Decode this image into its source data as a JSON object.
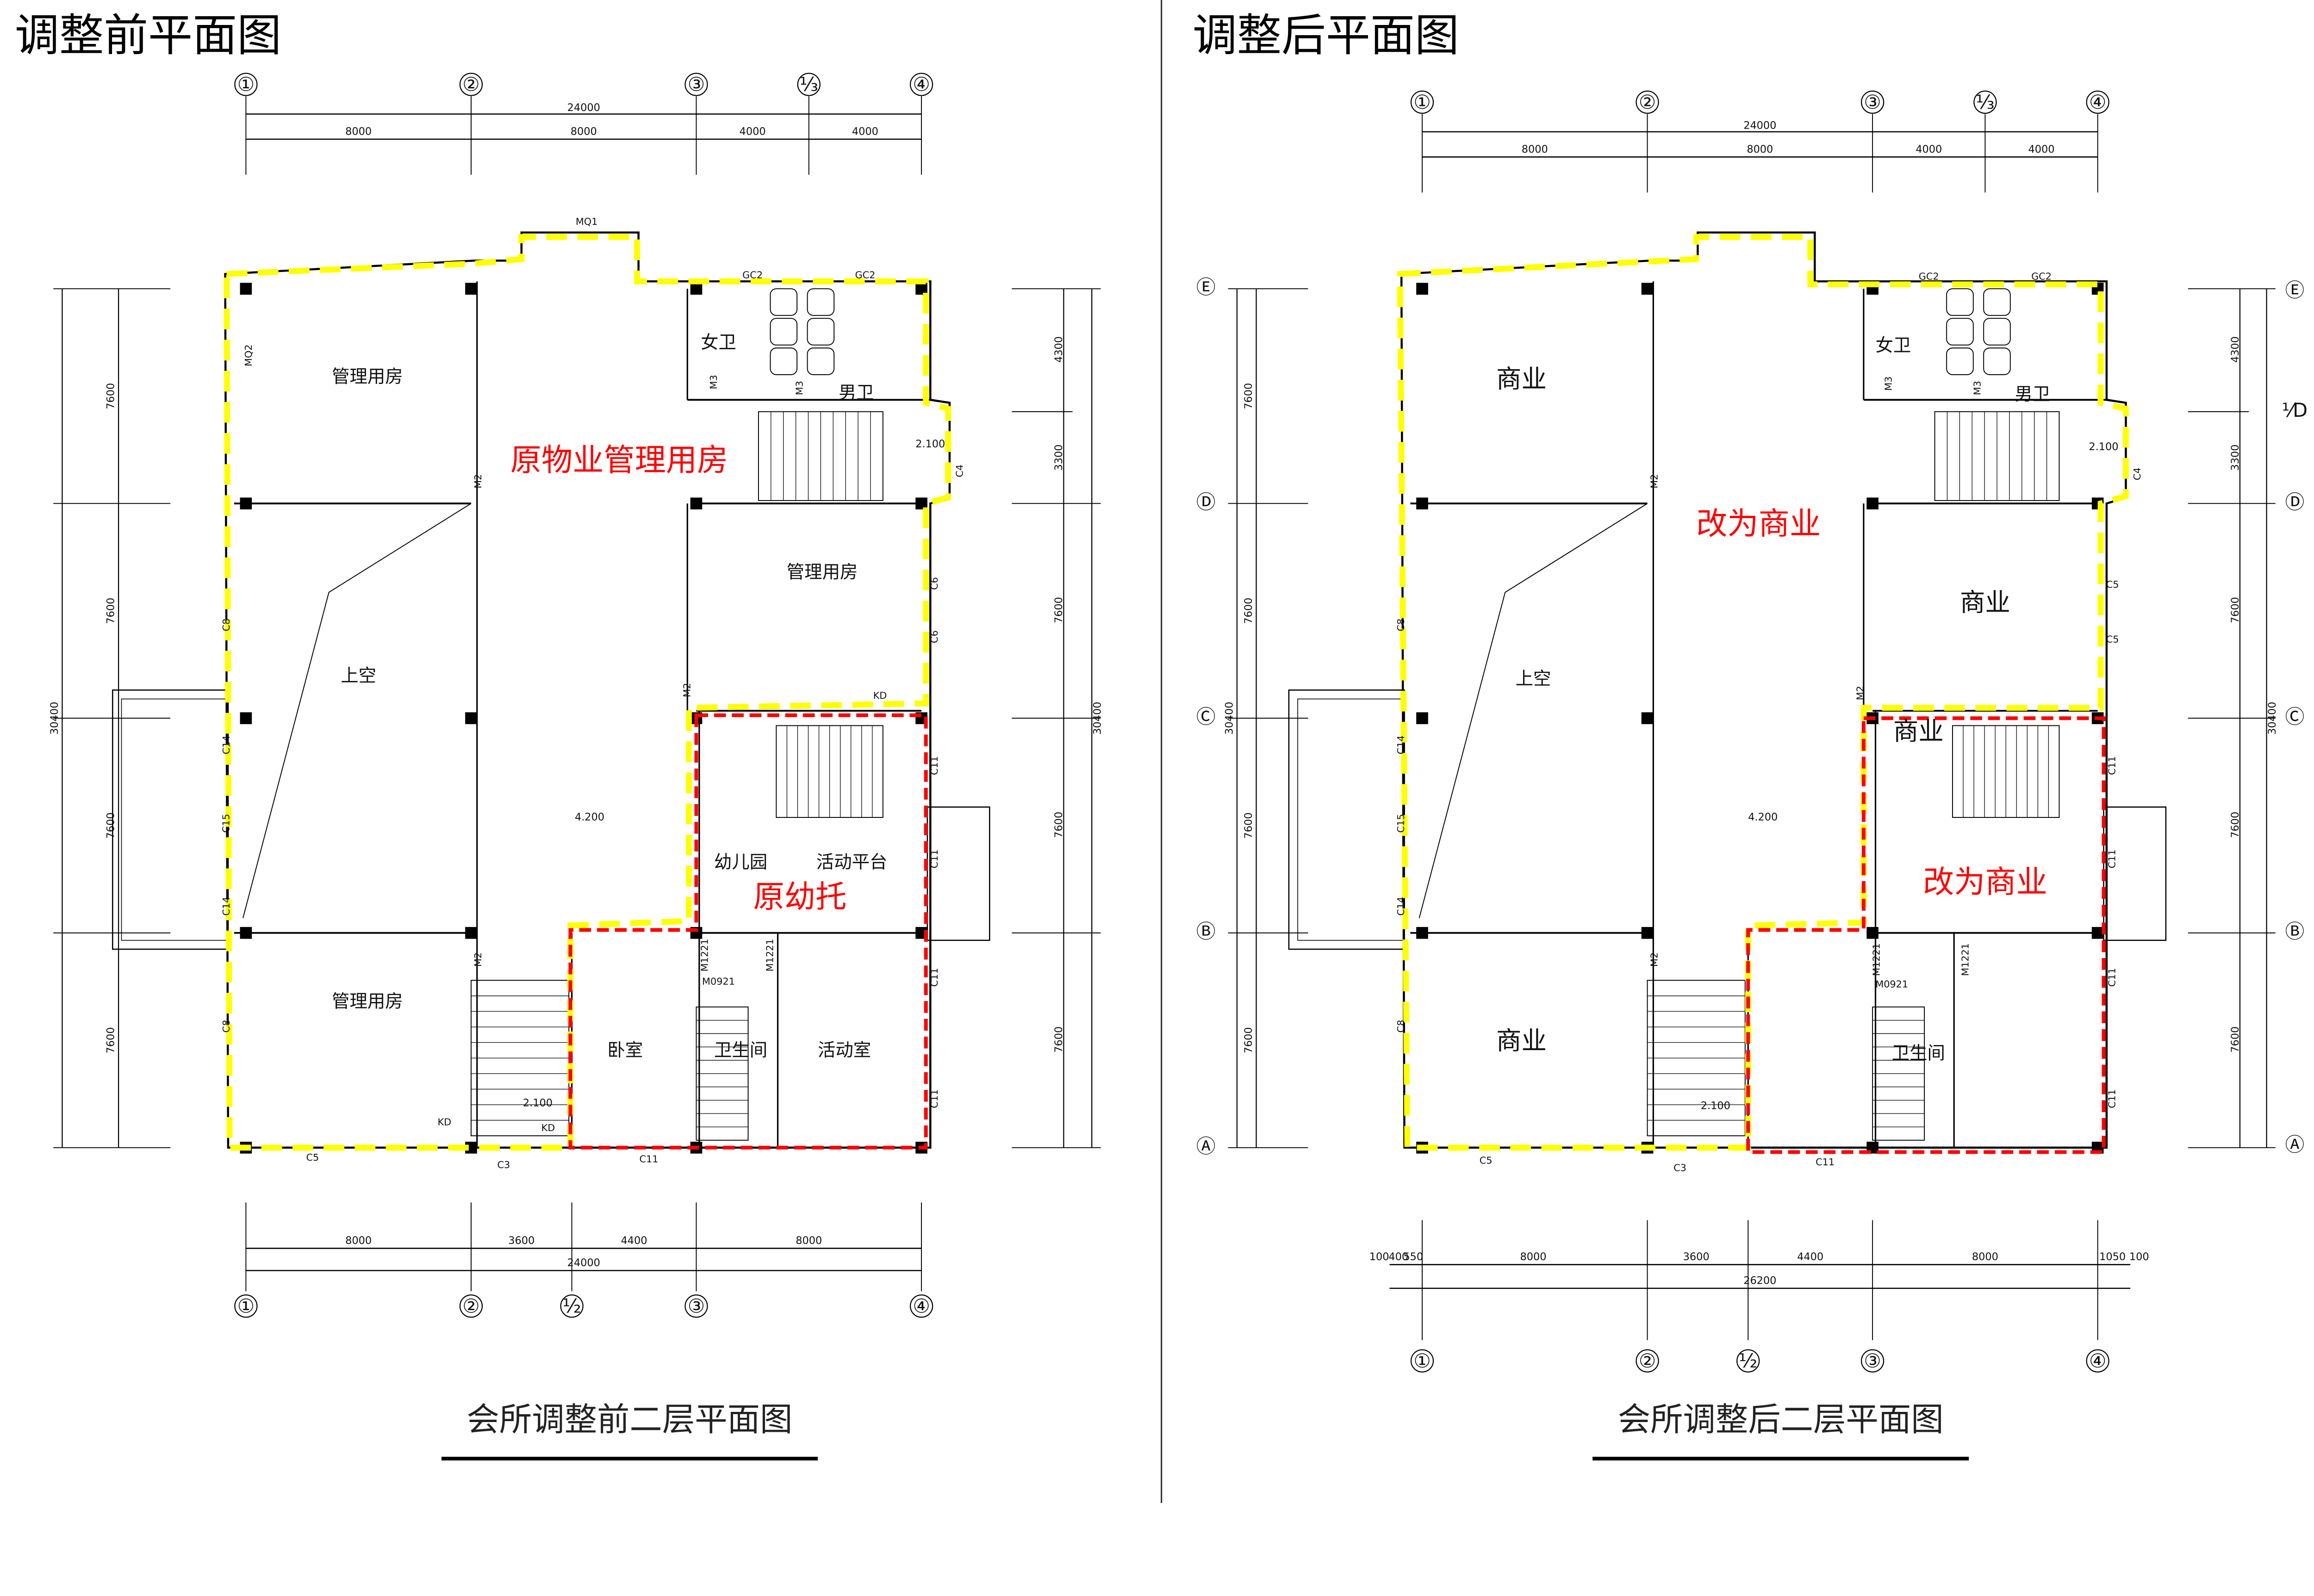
{
  "colors": {
    "outline_yellow": "#ffff00",
    "outline_red": "#ff0000",
    "annotation": "#ff0000",
    "line": "#000000"
  },
  "before": {
    "title": "调整前平面图",
    "caption": "会所调整前二层平面图",
    "top_axes": [
      "①",
      "②",
      "③",
      "⅓",
      "④"
    ],
    "top_total": "24000",
    "top_dims": [
      "8000",
      "8000",
      "4000",
      "4000"
    ],
    "bottom_axes": [
      "①",
      "②",
      "½",
      "③",
      "④"
    ],
    "bottom_dims": [
      "8000",
      "3600",
      "4400",
      "8000"
    ],
    "bottom_total": "24000",
    "left_dims": [
      "7600",
      "7600",
      "7600",
      "7600"
    ],
    "left_total": "30400",
    "right_dims": [
      "4300",
      "3300",
      "7600",
      "7600",
      "7600"
    ],
    "right_total": "30400",
    "rooms": [
      "管理用房",
      "管理用房",
      "上空",
      "4.200",
      "幼儿园",
      "活动平台",
      "管理用房",
      "卧室",
      "卫生间",
      "活动室",
      "女卫",
      "男卫",
      "2.100",
      "2.100"
    ],
    "annotations": [
      "原物业管理用房",
      "原幼托"
    ],
    "codes": [
      "MQ1",
      "MQ2",
      "GC2",
      "GC2",
      "M3",
      "M3",
      "M2",
      "M2",
      "M2",
      "C4",
      "C6",
      "C6",
      "C8",
      "C14",
      "C15",
      "C14",
      "C8",
      "C11",
      "C11",
      "C11",
      "C11",
      "C11",
      "C5",
      "C3",
      "KD",
      "KD",
      "KD",
      "M0921",
      "M1221",
      "M1221"
    ]
  },
  "after": {
    "title": "调整后平面图",
    "caption": "会所调整后二层平面图",
    "top_axes": [
      "①",
      "②",
      "③",
      "⅓",
      "④"
    ],
    "top_total": "24000",
    "top_dims": [
      "8000",
      "8000",
      "4000",
      "4000"
    ],
    "bottom_axes": [
      "①",
      "②",
      "½",
      "③",
      "④"
    ],
    "bottom_dims": [
      "100",
      "400",
      "550",
      "8000",
      "3600",
      "4400",
      "8000",
      "1050",
      "100"
    ],
    "bottom_total": "26200",
    "left_dims": [
      "7600",
      "7600",
      "7600",
      "7600"
    ],
    "left_total": "30400",
    "right_dims": [
      "4300",
      "3300",
      "7600",
      "7600",
      "7600"
    ],
    "right_total": "30400",
    "row_axes_left": [
      "Ⓔ",
      "Ⓓ",
      "Ⓒ",
      "Ⓑ",
      "Ⓐ"
    ],
    "row_axes_right": [
      "Ⓔ",
      "⅟D",
      "Ⓓ",
      "Ⓒ",
      "Ⓑ",
      "Ⓐ"
    ],
    "rooms": [
      "商业",
      "商业",
      "上空",
      "4.200",
      "商业",
      "商业",
      "卫生间",
      "女卫",
      "男卫",
      "2.100",
      "2.100"
    ],
    "annotations": [
      "改为商业",
      "改为商业"
    ],
    "codes": [
      "GC2",
      "GC2",
      "M3",
      "M3",
      "M2",
      "M2",
      "M2",
      "C4",
      "C5",
      "C5",
      "C8",
      "C14",
      "C15",
      "C14",
      "C8",
      "C11",
      "C11",
      "C11",
      "C11",
      "C11",
      "C5",
      "C3",
      "M0921",
      "M1221",
      "M1221"
    ]
  }
}
